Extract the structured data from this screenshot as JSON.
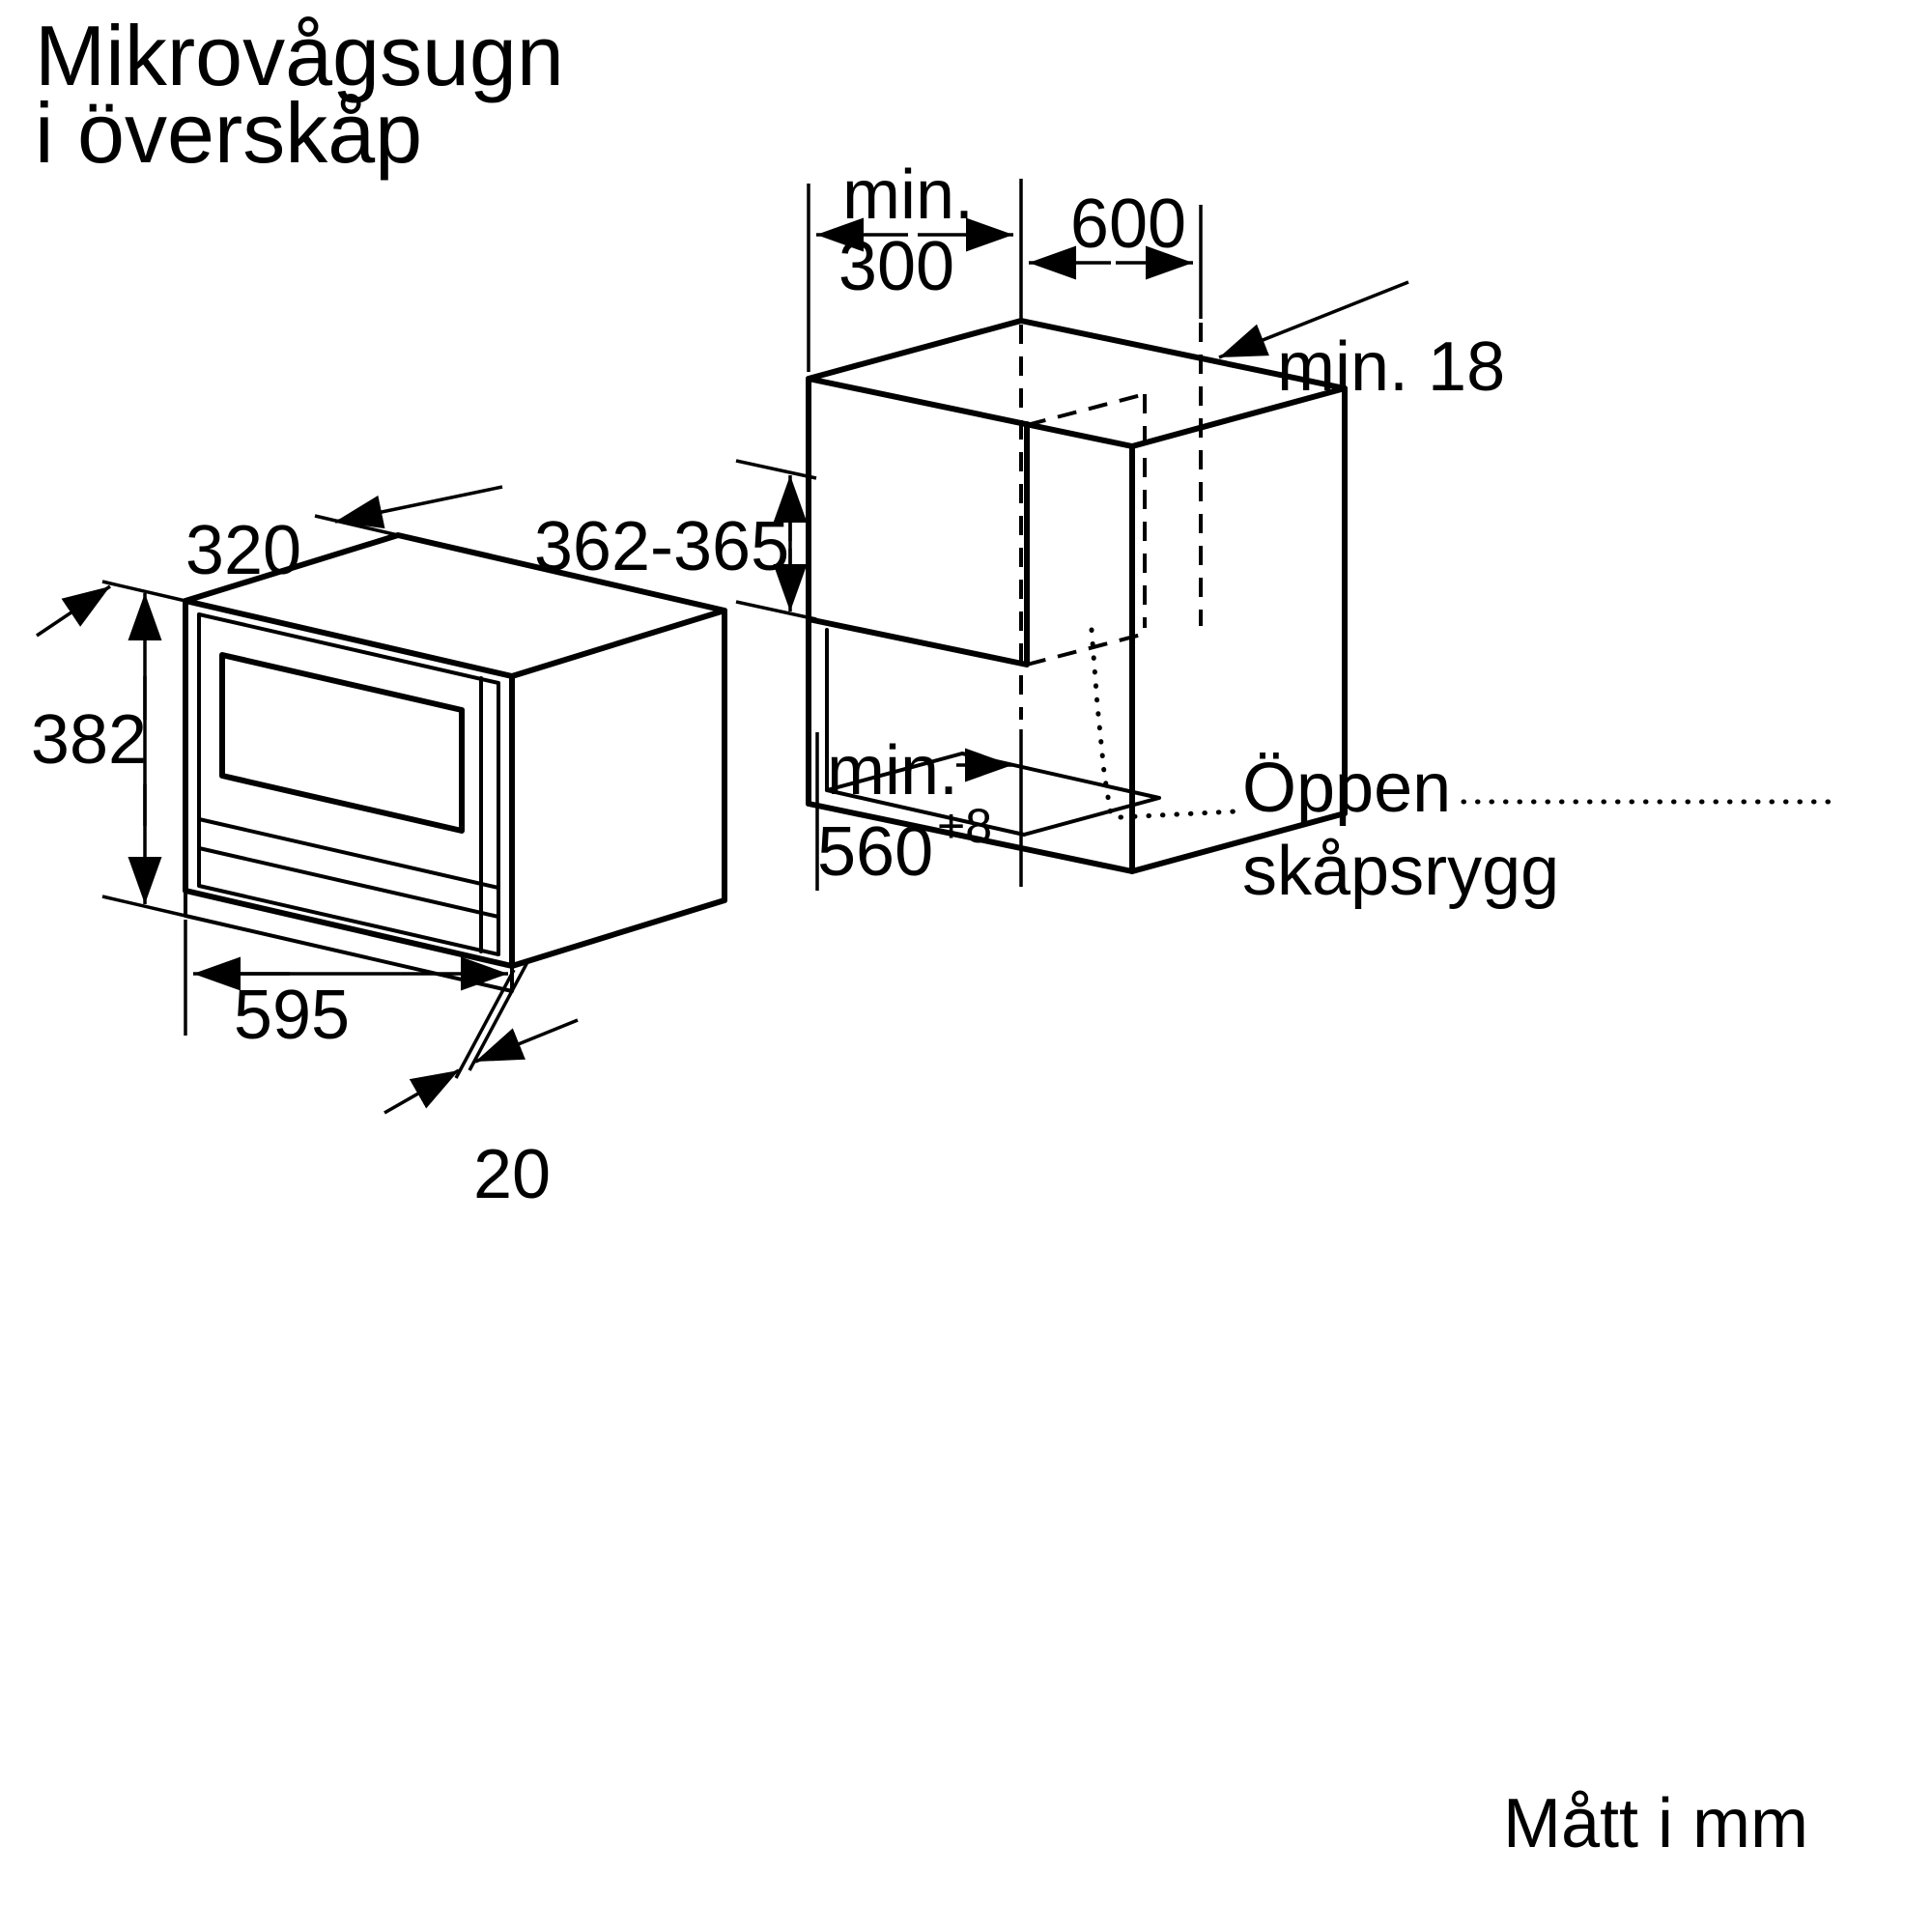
{
  "title": {
    "line1": "Mikrovågsugn",
    "line2": "i överskåp"
  },
  "footer": {
    "units": "Mått i mm"
  },
  "oven_dims": {
    "depth": "320",
    "height": "382",
    "width": "595",
    "trim_height": "20"
  },
  "cabinet_dims": {
    "niche_height": "362-365",
    "top_min_label": "min.",
    "top_min_value": "300",
    "width": "600",
    "side_min": "min. 18",
    "bottom_min_label": "min.",
    "bottom_width_value": "560",
    "bottom_width_sup": "+8",
    "open_back_line1": "Öppen",
    "open_back_line2": "skåpsrygg"
  }
}
